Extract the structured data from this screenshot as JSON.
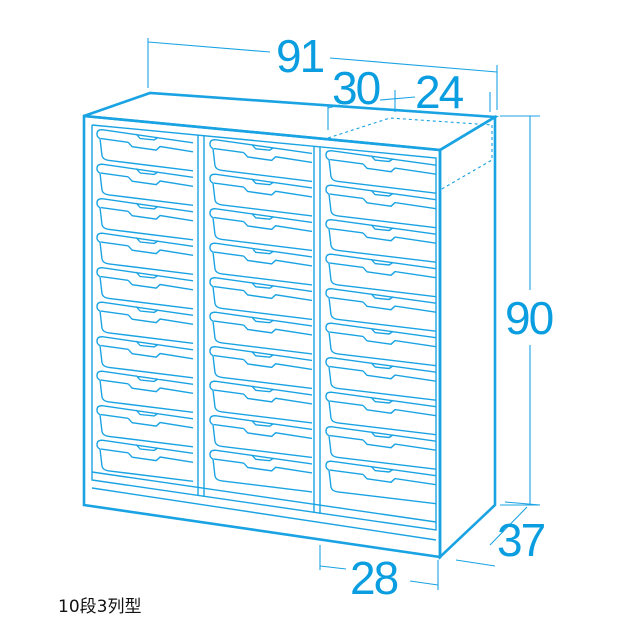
{
  "dimensions": {
    "width": "91",
    "top_depth_a": "30",
    "top_depth_b": "24",
    "height": "90",
    "depth": "37",
    "inner_depth": "28"
  },
  "caption": "10段3列型",
  "drawer_grid": {
    "rows": 10,
    "columns": 3
  },
  "colors": {
    "line": "#1aa3e3",
    "dimension_text": "#0a9ee0"
  }
}
